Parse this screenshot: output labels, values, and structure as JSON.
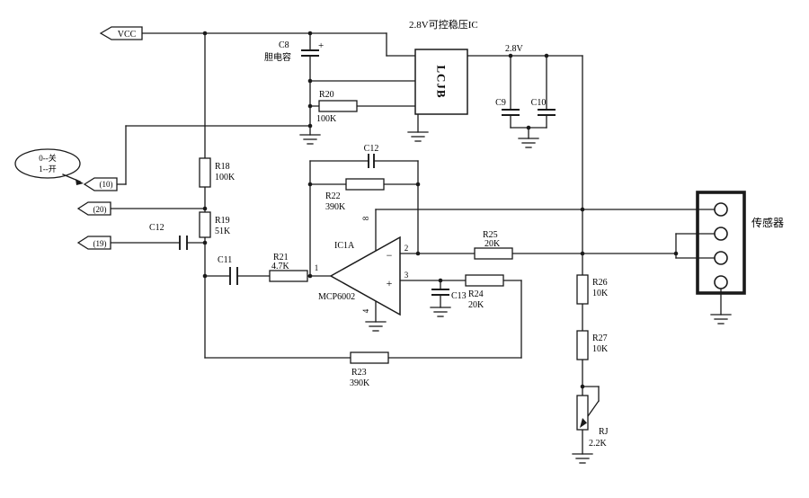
{
  "schematic": {
    "title": "2.8V可控稳压IC",
    "power": {
      "vcc": "VCC",
      "rail_2v8": "2.8V"
    },
    "annotation": {
      "line1": "0--关",
      "line2": "1--开"
    },
    "connectors": {
      "p10": "(10)",
      "p20": "(20)",
      "p19": "(19)"
    },
    "regulator": {
      "name": "LCJB"
    },
    "opamp": {
      "ref": "IC1A",
      "part": "MCP6002",
      "pin1": "1",
      "pin2": "2",
      "pin3": "3",
      "pin4": "4",
      "pin8": "8",
      "minus": "−",
      "plus": "+"
    },
    "sensor": {
      "name": "传感器"
    },
    "components": {
      "c8": {
        "ref": "C8",
        "note": "胆电容",
        "polarity": "+"
      },
      "r20": {
        "ref": "R20",
        "value": "100K"
      },
      "c9": {
        "ref": "C9"
      },
      "c10": {
        "ref": "C10"
      },
      "r18": {
        "ref": "R18",
        "value": "100K"
      },
      "r19": {
        "ref": "R19",
        "value": "51K"
      },
      "c12_left": {
        "ref": "C12"
      },
      "c11": {
        "ref": "C11"
      },
      "r21": {
        "ref": "R21",
        "value": "4.7K"
      },
      "c12_top": {
        "ref": "C12"
      },
      "r22": {
        "ref": "R22",
        "value": "390K"
      },
      "r25": {
        "ref": "R25",
        "value": "20K"
      },
      "r24": {
        "ref": "R24",
        "value": "20K"
      },
      "c13": {
        "ref": "C13"
      },
      "r23": {
        "ref": "R23",
        "value": "390K"
      },
      "r26": {
        "ref": "R26",
        "value": "10K"
      },
      "r27": {
        "ref": "R27",
        "value": "10K"
      },
      "rj": {
        "ref": "RJ",
        "value": "2.2K"
      }
    }
  }
}
